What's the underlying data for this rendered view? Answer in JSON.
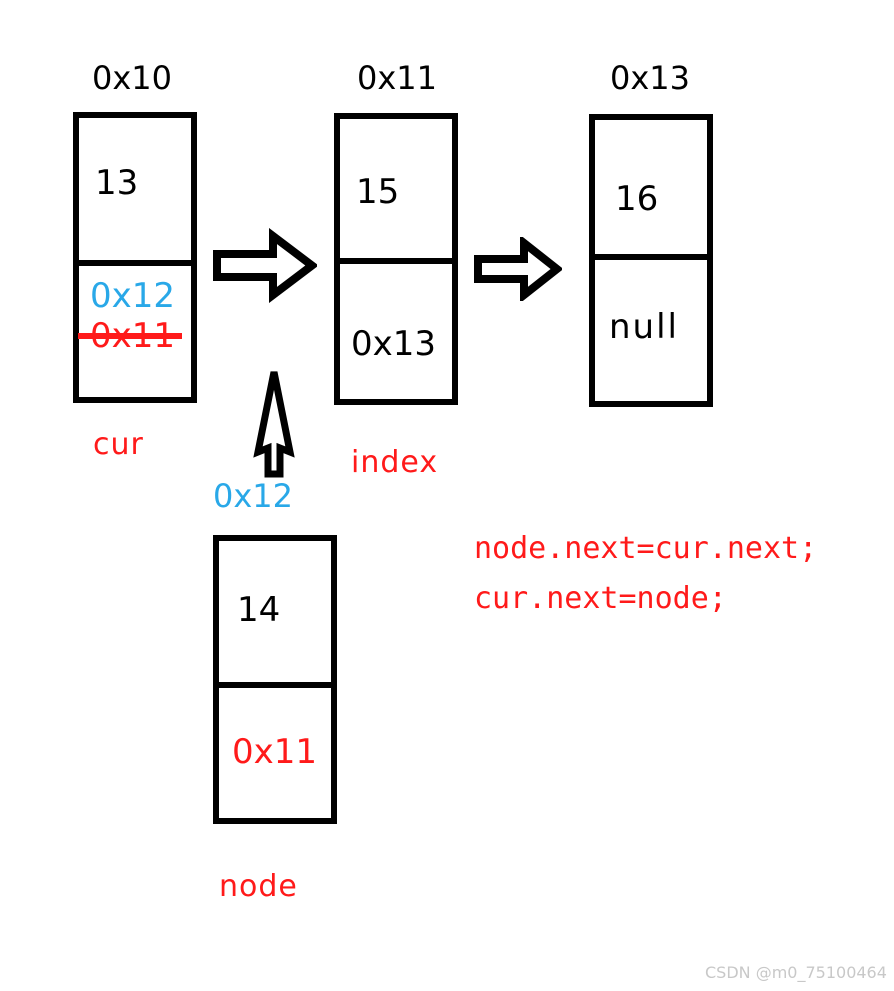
{
  "diagram": {
    "title": "linked-list-insert-after-cur",
    "nodes": [
      {
        "id": "node-0x10",
        "address_label": "0x10",
        "value": "13",
        "next_new": "0x12",
        "next_old": "0x11",
        "pointer_label": "cur"
      },
      {
        "id": "node-0x11",
        "address_label": "0x11",
        "value": "15",
        "next": "0x13",
        "pointer_label": "index"
      },
      {
        "id": "node-0x13",
        "address_label": "0x13",
        "value": "16",
        "next": "null",
        "pointer_label": ""
      },
      {
        "id": "node-0x12",
        "address_label": "0x12",
        "value": "14",
        "next": "0x11",
        "pointer_label": "node"
      }
    ],
    "code_lines": [
      "node.next=cur.next;",
      "cur.next=node;"
    ],
    "colors": {
      "new_pointer": "#29a8e8",
      "old_pointer": "#ff1a1a",
      "label": "#ff1a1a",
      "stroke": "#000000"
    }
  },
  "watermark": {
    "text": "CSDN @m0_75100464"
  }
}
